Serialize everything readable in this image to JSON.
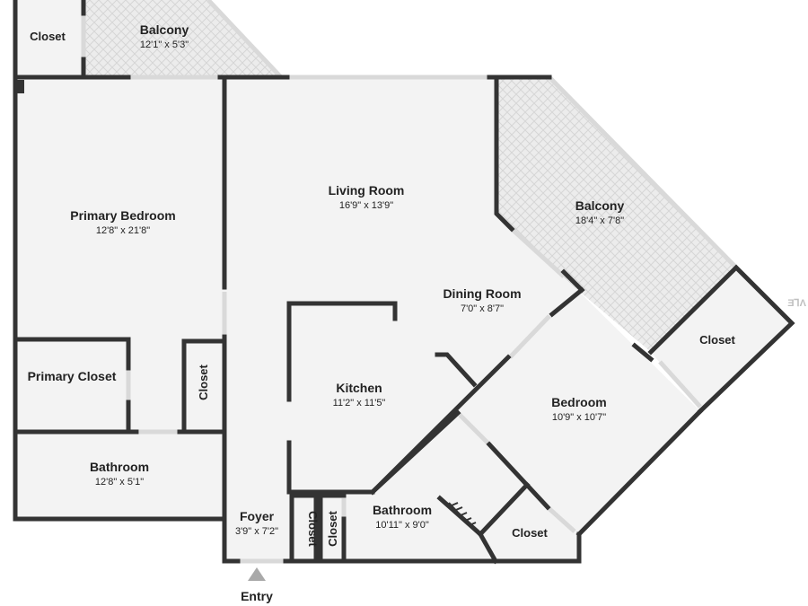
{
  "colors": {
    "floor": "#f3f3f3",
    "balcony": "#e2e2e2",
    "wall": "#333333",
    "window": "#d9d9d9",
    "entry_marker": "#a9a9a9"
  },
  "rooms": {
    "balcony_top": {
      "name": "Balcony",
      "dims": "12'1\" x 5'3\""
    },
    "closet_top_left": {
      "name": "Closet"
    },
    "primary_bedroom": {
      "name": "Primary Bedroom",
      "dims": "12'8\" x 21'8\""
    },
    "living_room": {
      "name": "Living Room",
      "dims": "16'9\" x 13'9\""
    },
    "balcony_right": {
      "name": "Balcony",
      "dims": "18'4\" x 7'8\""
    },
    "dining_room": {
      "name": "Dining Room",
      "dims": "7'0\" x 8'7\""
    },
    "closet_right": {
      "name": "Closet"
    },
    "primary_closet": {
      "name": "Primary Closet"
    },
    "closet_mid": {
      "name": "Closet"
    },
    "kitchen": {
      "name": "Kitchen",
      "dims": "11'2\" x 11'5\""
    },
    "bedroom": {
      "name": "Bedroom",
      "dims": "10'9\" x 10'7\""
    },
    "bathroom_left": {
      "name": "Bathroom",
      "dims": "12'8\" x 5'1\""
    },
    "foyer": {
      "name": "Foyer",
      "dims": "3'9\" x 7'2\""
    },
    "closet_foyer_1": {
      "name": "Closet"
    },
    "closet_foyer_2": {
      "name": "Closet"
    },
    "bathroom_right": {
      "name": "Bathroom",
      "dims": "10'11\" x 9'0\""
    },
    "closet_bottom_right": {
      "name": "Closet"
    }
  },
  "entry_label": "Entry",
  "watermark": "Ǝ⅂Λ"
}
